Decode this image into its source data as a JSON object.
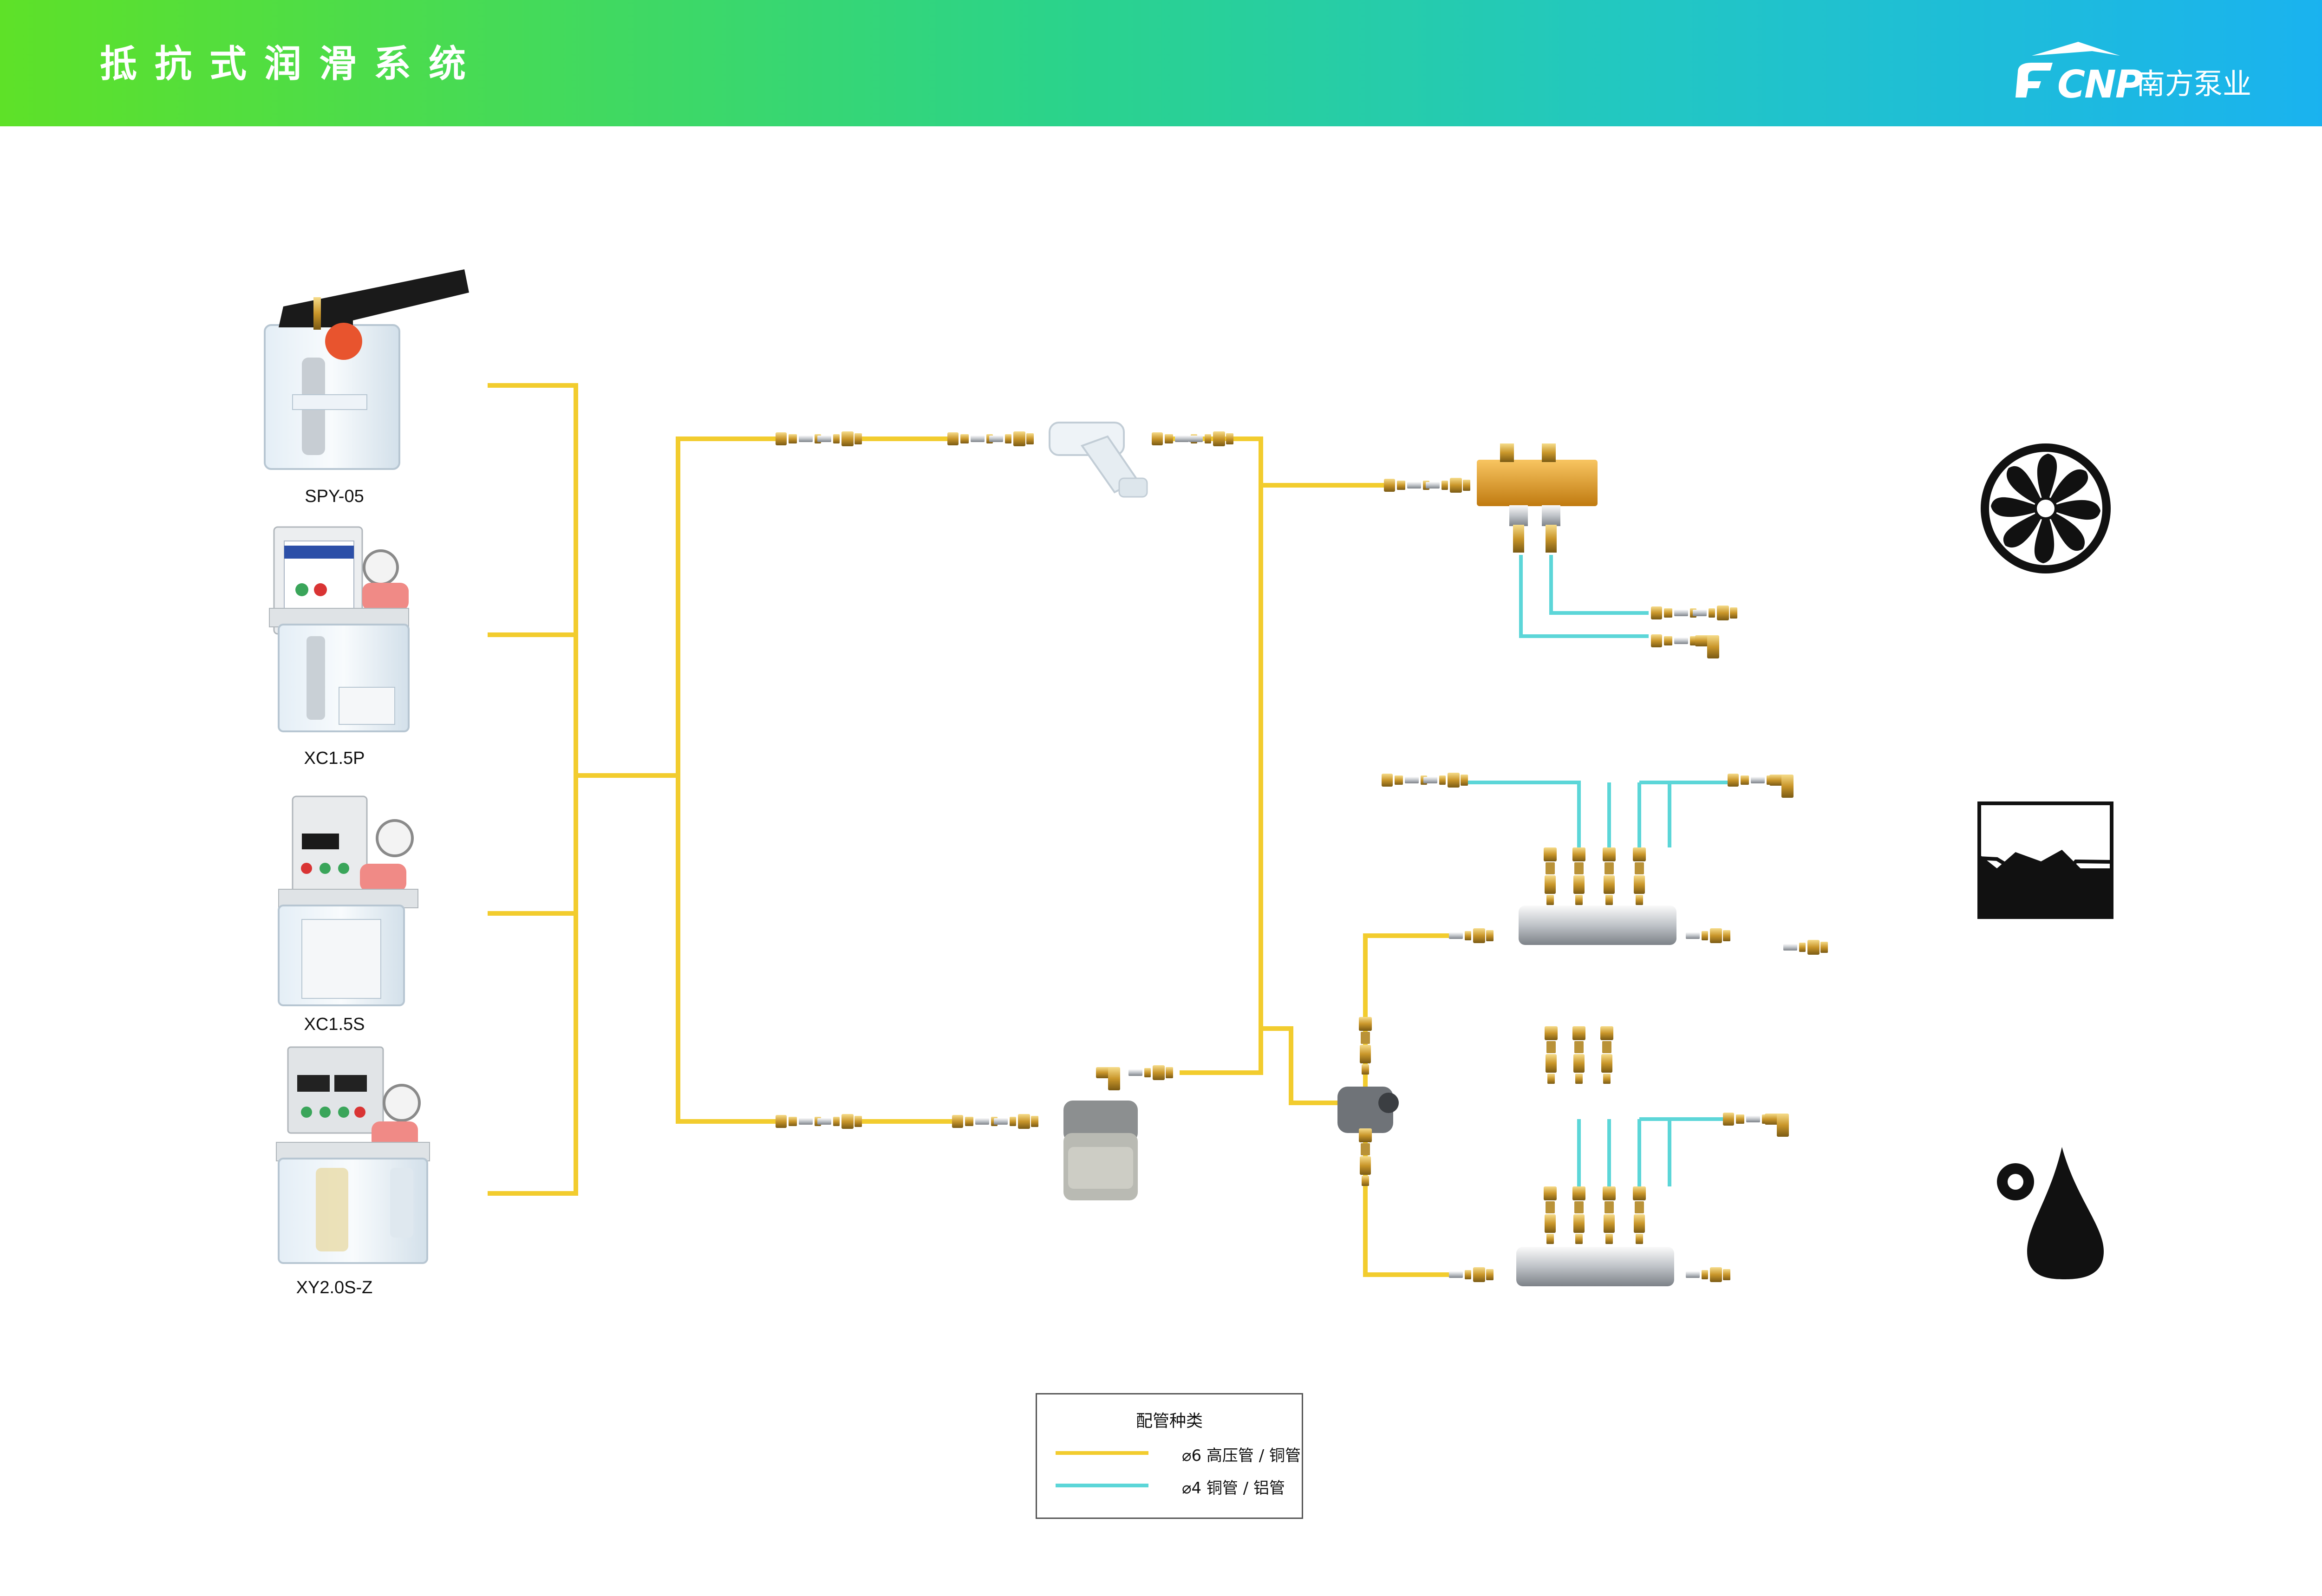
{
  "header": {
    "title": "抵抗式润滑系统",
    "logo_text": "CNP",
    "logo_cn": "南方泵业"
  },
  "colors": {
    "yellow_pipe": "#f2cc2e",
    "cyan_pipe": "#5cd6d8",
    "header_start": "#5ee128",
    "header_end": "#1ab2f0"
  },
  "pumps": [
    {
      "model": "SPY-05"
    },
    {
      "model": "XC1.5P"
    },
    {
      "model": "XC1.5S"
    },
    {
      "model": "XY2.0S-Z"
    }
  ],
  "application_icons": [
    "fan-icon",
    "guide-rail-icon",
    "oil-drop-icon"
  ],
  "legend": {
    "title": "配管种类",
    "items": [
      {
        "text": "⌀6  高压管 / 铜管",
        "color": "#f2cc2e"
      },
      {
        "text": "⌀4  铜管 / 铝管",
        "color": "#5cd6d8"
      }
    ]
  }
}
